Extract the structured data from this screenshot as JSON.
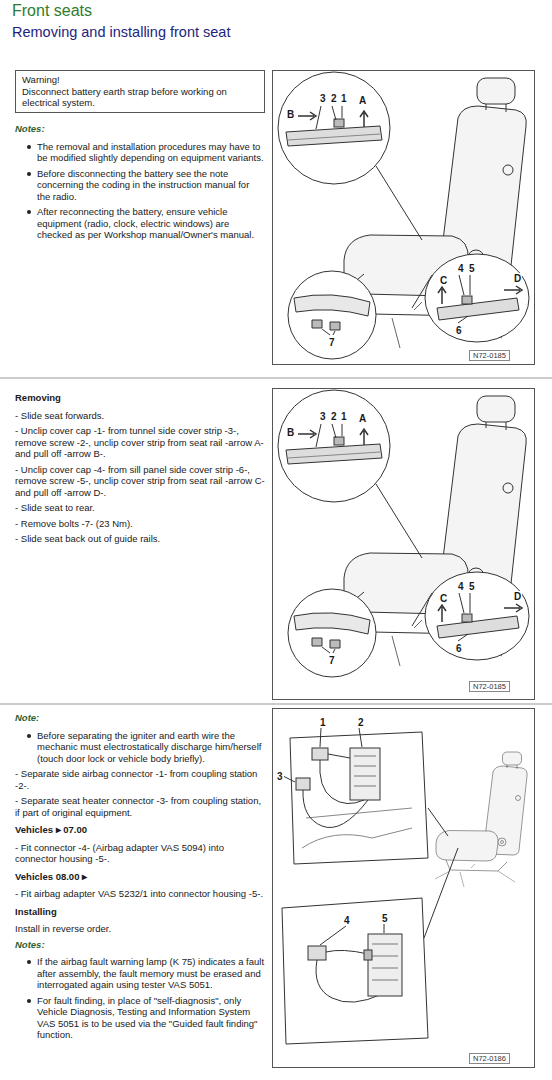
{
  "diagram": {
    "title": "Front seats",
    "nodes": [
      {
        "text": [
          "Warning!",
          "Disconnect battery earth strap before working on electrical system."
        ]
      },
      {
        "text": [
          "B",
          "3",
          "2",
          "1",
          "A",
          "C",
          "4",
          "5",
          "D",
          "6",
          "7",
          "N72-0185"
        ]
      },
      {
        "text": [
          "B",
          "3",
          "2",
          "1",
          "A",
          "C",
          "4",
          "5",
          "D",
          "6",
          "7",
          "N72-0185"
        ]
      },
      {
        "text": [
          "1",
          "2",
          "3",
          "4",
          "5",
          "N72-0186"
        ]
      }
    ],
    "labels": [
      "Removing and installing front seat",
      "Notes:",
      "The removal and installation procedures may have to be modified slightly depending on equipment variants.",
      "Before disconnecting the battery see the note concerning the coding in the instruction manual for the radio.",
      "After reconnecting the battery, ensure vehicle equipment (radio, clock, electric windows) are checked as per Workshop manual/Owner's manual.",
      "Removing",
      "- Slide seat forwards.",
      "- Unclip cover cap -1- from tunnel side cover strip -3-, remove screw -2-, unclip cover strip from seat rail -arrow A- and pull off -arrow B-.",
      "- Unclip cover cap -4- from sill panel side cover strip -6-, remove screw -5-, unclip cover strip from seat rail -arrow C- and pull off -arrow D-.",
      "- Slide seat to rear.",
      "- Remove bolts -7- (23 Nm).",
      "- Slide seat back out of guide rails.",
      "Note:",
      "Before separating the igniter and earth wire the mechanic must electrostatically discharge him/herself (touch door lock or vehicle body briefly).",
      "- Separate side airbag connector -1- from coupling station -2-.",
      "- Separate seat heater connector -3- from coupling station, if part of original equipment.",
      "Vehicles ▸ 07.00",
      "- Fit connector -4- (Airbag adapter VAS 5094) into connector housing -5-.",
      "Vehicles 08.00 ▸",
      "- Fit airbag adapter VAS 5232/1 into connector housing -5-.",
      "Installing",
      "Install in reverse order.",
      "Notes:",
      "If the airbag fault warning lamp (K 75) indicates a fault after assembly, the fault memory must be erased and interrogated again using tester VAS 5051.",
      "For fault finding, in place of \"self-diagnosis\", only Vehicle Diagnosis, Testing and Information System VAS 5051 is to be used via the \"Guided fault finding\" function."
    ]
  }
}
